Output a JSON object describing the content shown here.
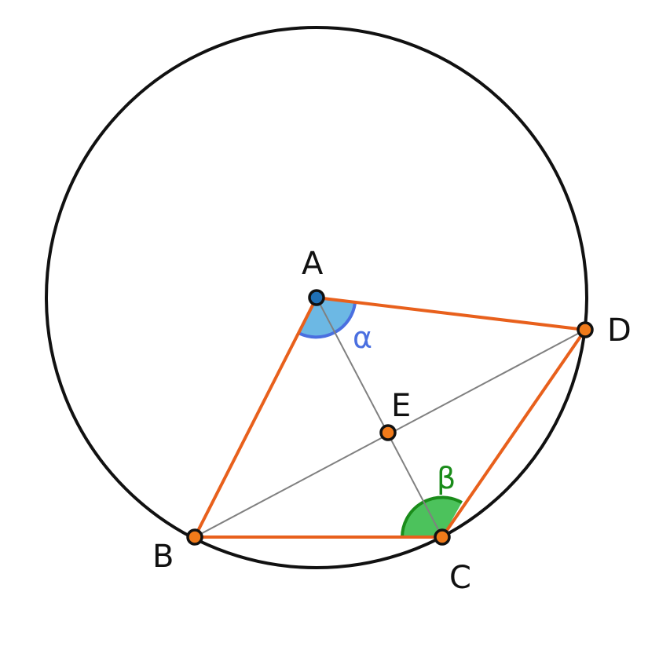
{
  "diagram": {
    "points": {
      "A": {
        "label": "A"
      },
      "B": {
        "label": "B"
      },
      "C": {
        "label": "C"
      },
      "D": {
        "label": "D"
      },
      "E": {
        "label": "E"
      }
    },
    "angles": {
      "alpha": {
        "label": "α",
        "color": "#4a6fe0",
        "fill": "#6cb8e4"
      },
      "beta": {
        "label": "β",
        "color": "#1a8c1a",
        "fill": "#4cc25c"
      }
    },
    "colors": {
      "circle": "#111111",
      "polygon": "#e8601c",
      "diagonal": "#808080",
      "center_point": "#1f6fb5",
      "vertex_point": "#f07a1a"
    }
  }
}
